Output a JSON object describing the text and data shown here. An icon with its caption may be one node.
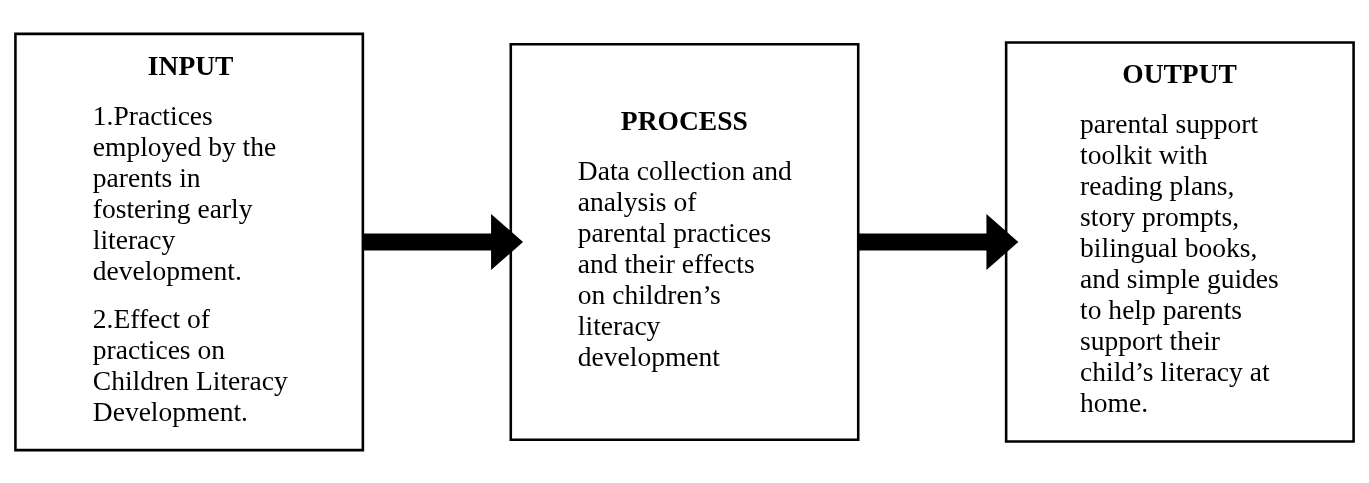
{
  "diagram": {
    "nodes": [
      {
        "text": [
          "INPUT",
          "1.Practices employed by the parents in fostering early literacy development.",
          "2.Effect of practices on Children Literacy Development."
        ]
      },
      {
        "text": [
          "PROCESS",
          "Data collection and analysis of parental practices and their effects on children’s literacy development"
        ]
      },
      {
        "text": [
          "OUTPUT",
          "parental support toolkit with reading plans, story prompts, bilingual books, and simple guides to help parents support their child’s literacy at home."
        ]
      }
    ],
    "edges": [
      {
        "from": 0,
        "to": 1,
        "arrow": "to"
      },
      {
        "from": 1,
        "to": 2,
        "arrow": "to"
      }
    ]
  }
}
